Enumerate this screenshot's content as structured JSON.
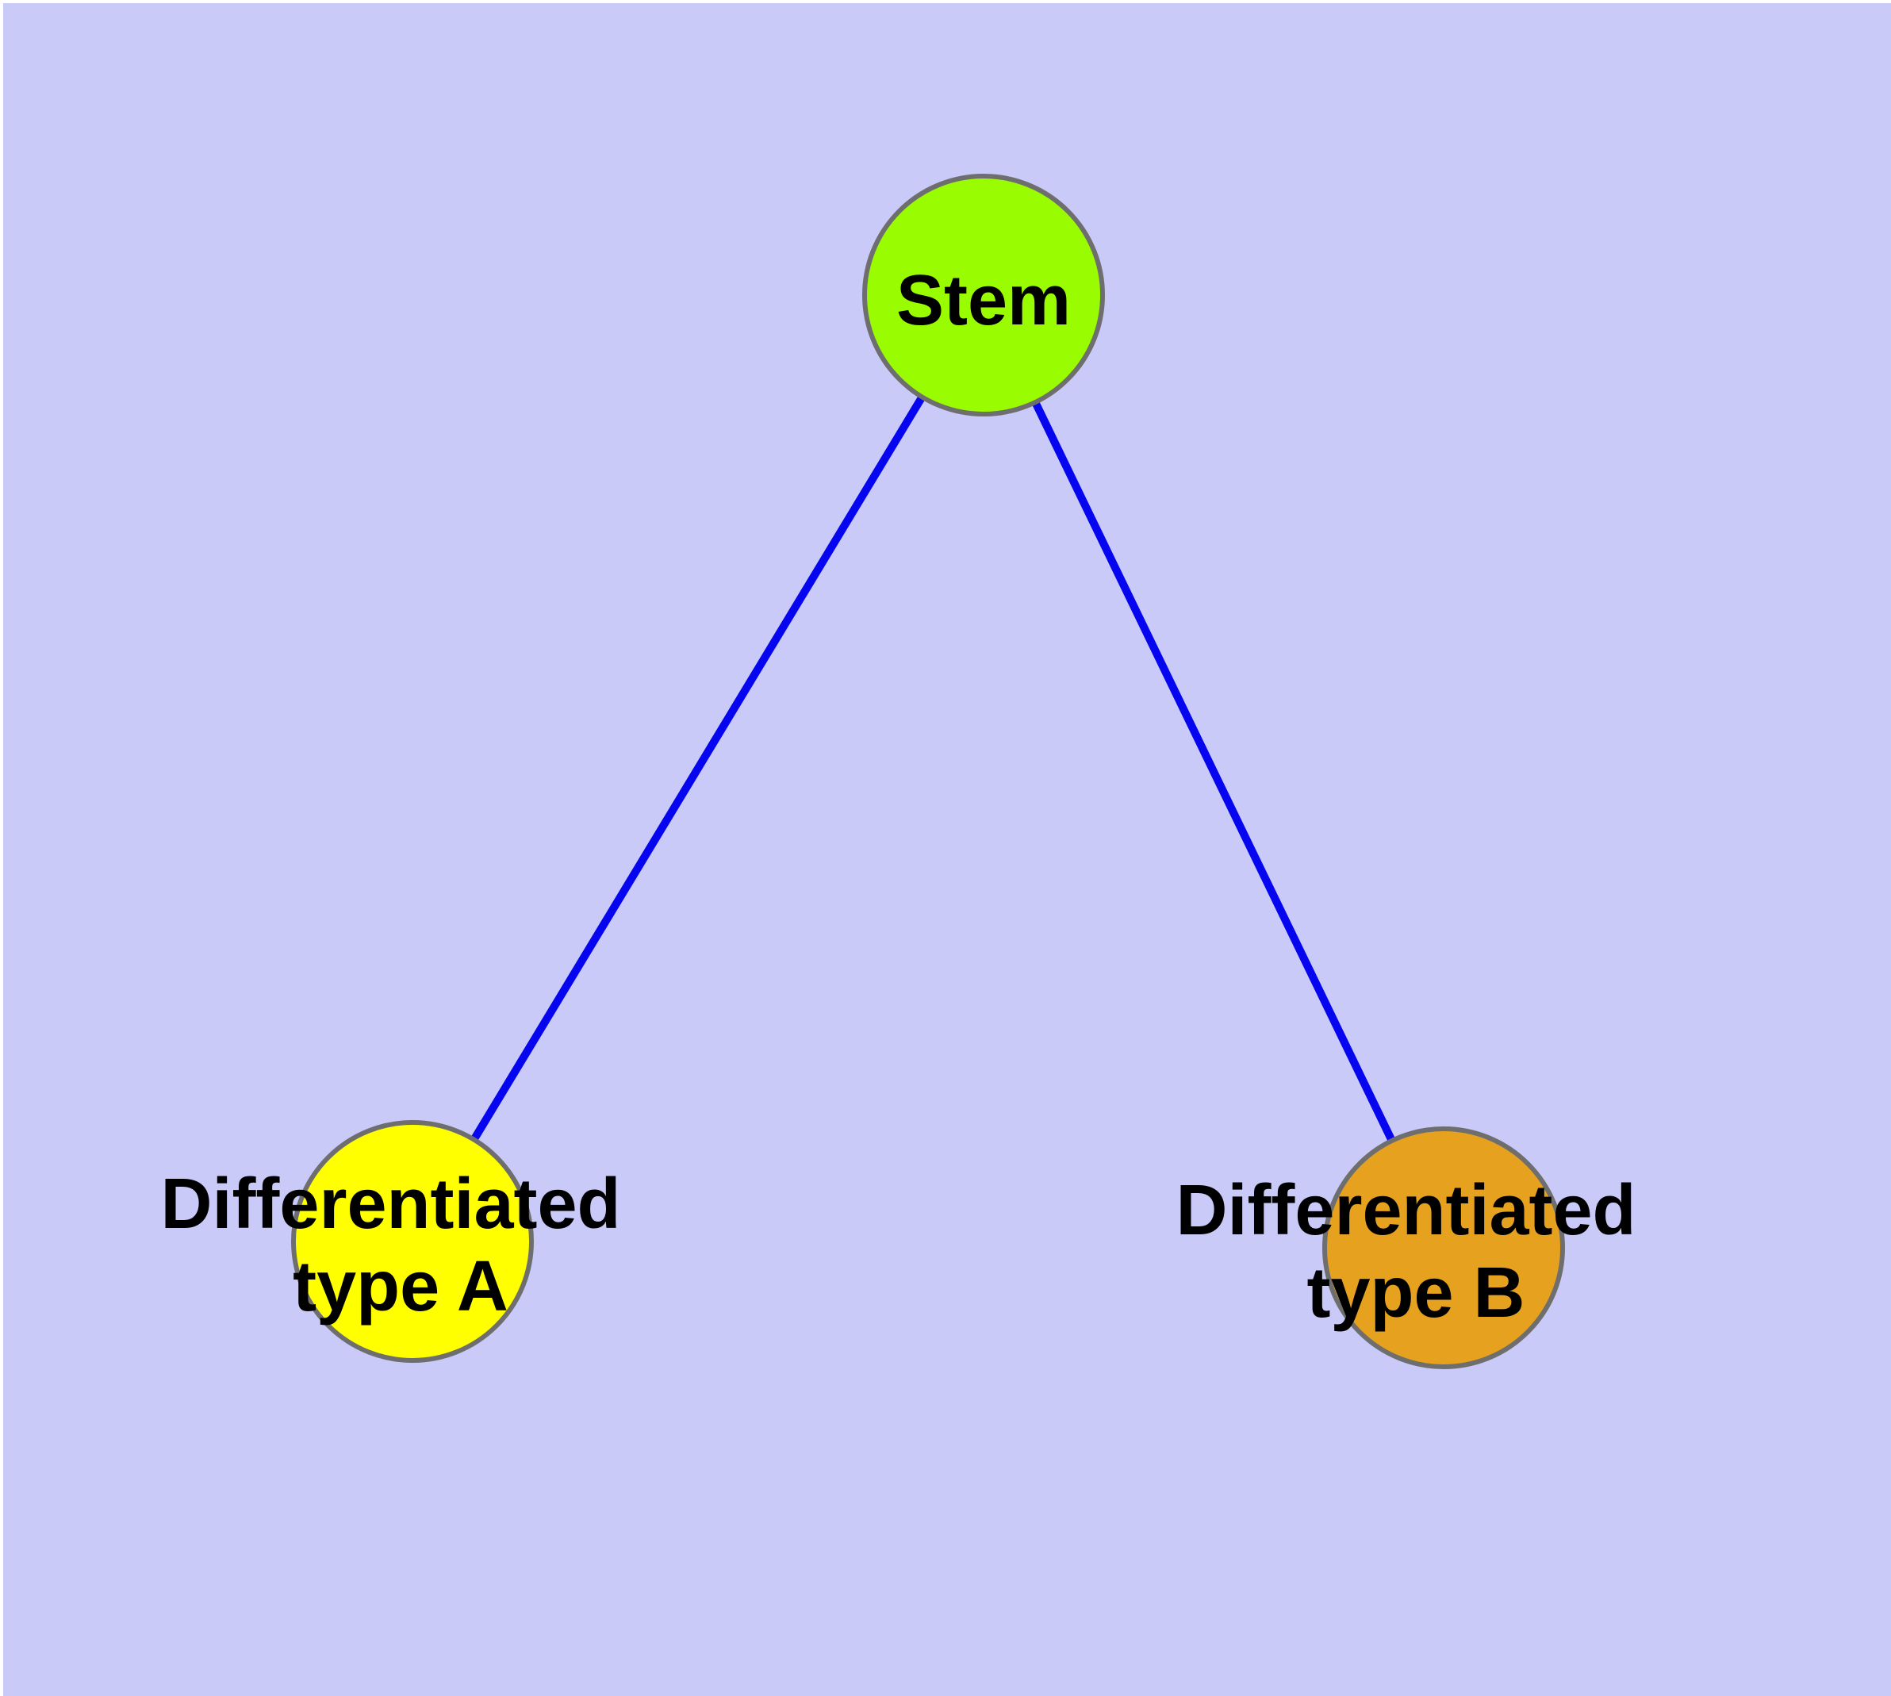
{
  "diagram": {
    "background_color": "#CACAF9",
    "page_border_color": "#FFFFFF",
    "edge_color": "#0505F0",
    "node_border_color": "#6E6E6E",
    "label_color": "#000000",
    "nodes": {
      "stem": {
        "label": "Stem",
        "color": "#99FC00"
      },
      "typeA": {
        "label_line1": "Differentiated",
        "label_line2": "type A",
        "color": "#FFFF00"
      },
      "typeB": {
        "label_line1": "Differentiated",
        "label_line2": "type B",
        "color": "#E6A11F"
      }
    },
    "edges": [
      {
        "from": "Stem",
        "to": "Differentiated type A"
      },
      {
        "from": "Stem",
        "to": "Differentiated type B"
      }
    ]
  }
}
